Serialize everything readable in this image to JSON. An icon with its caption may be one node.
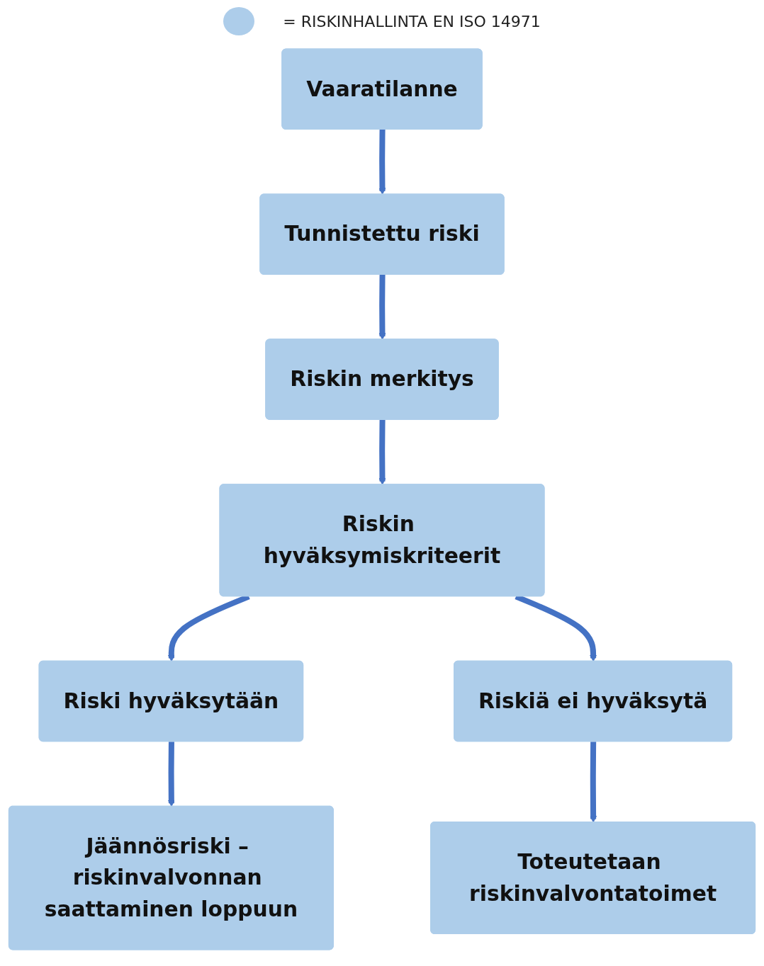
{
  "diagram": {
    "nodes": [
      {
        "text": [
          "Vaaratilanne"
        ]
      },
      {
        "text": [
          "Tunnistettu riski"
        ]
      },
      {
        "text": [
          "Riskin merkitys"
        ]
      },
      {
        "text": [
          "Riskin hyväksymiskriteerit"
        ]
      },
      {
        "text": [
          "Riski hyväksytään"
        ]
      },
      {
        "text": [
          "Riskiä ei hyväksytä"
        ]
      },
      {
        "text": [
          "Jäännösriski – riskinvalvonnan saattaminen loppuun"
        ]
      },
      {
        "text": [
          "Toteutetaan riskinvalvontatoimet"
        ]
      }
    ],
    "edges": [
      {
        "from": 0,
        "to": 1,
        "arrow": "to"
      },
      {
        "from": 1,
        "to": 2,
        "arrow": "to"
      },
      {
        "from": 2,
        "to": 3,
        "arrow": "to"
      },
      {
        "from": 3,
        "to": 4,
        "arrow": "to"
      },
      {
        "from": 3,
        "to": 5,
        "arrow": "to"
      },
      {
        "from": 4,
        "to": 6,
        "arrow": "to"
      },
      {
        "from": 5,
        "to": 7,
        "arrow": "to"
      }
    ],
    "legend": [
      {
        "text": "= RISKINHALLINTA EN ISO 14971",
        "color": "#adcdea"
      }
    ]
  }
}
